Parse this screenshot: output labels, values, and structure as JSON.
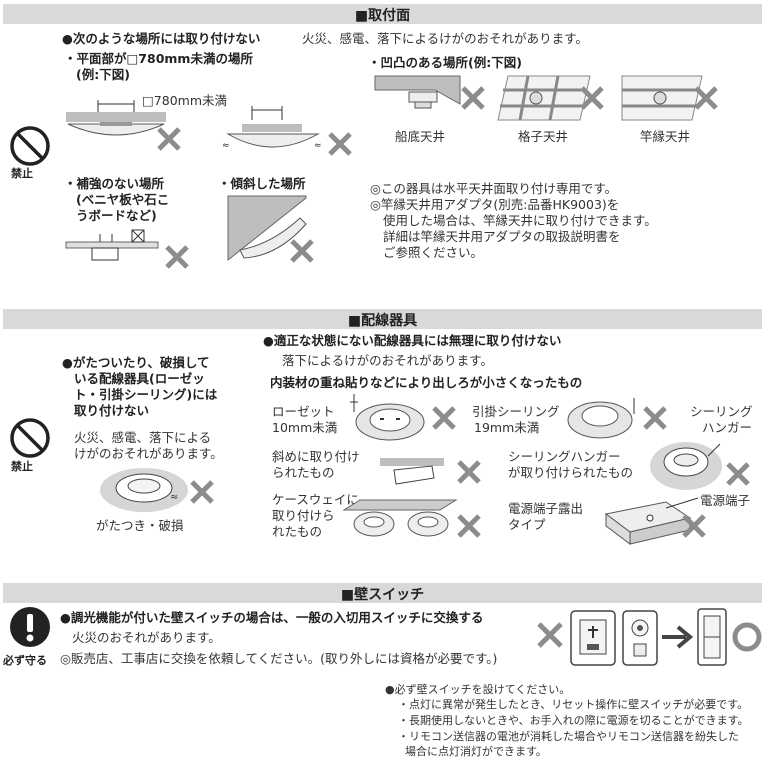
{
  "sec1": {
    "heading": "■取付面",
    "lead_bold": "●次のような場所には取り付けない",
    "lead_normal": "火災、感電、落下によるけがのおそれがあります。",
    "case_flat_1": "・平面部が□780mm未満の場所",
    "case_flat_2": "(例:下図)",
    "dim_label": "□780mm未満",
    "case_uneven": "・凹凸のある場所(例:下図)",
    "ceil_funazoko": "船底天井",
    "ceil_koushi": "格子天井",
    "ceil_saobuchi": "竿縁天井",
    "case_noreinforce_1": "・補強のない場所",
    "case_noreinforce_2": "(ベニヤ板や石こ",
    "case_noreinforce_3": "うボードなど)",
    "case_slope": "・傾斜した場所",
    "note_1": "◎この器具は水平天井面取り付け専用です。",
    "note_2": "◎竿縁天井用アダプタ(別売:品番HK9003)を",
    "note_3": "使用した場合は、竿縁天井に取り付けできます。",
    "note_4": "詳細は竿縁天井用アダプタの取扱説明書を",
    "note_5": "ご参照ください。",
    "prohibit_label": "禁止"
  },
  "sec2": {
    "heading": "■配線器具",
    "left_bold_1": "●がたついたり、破損して",
    "left_bold_2": "いる配線器具(ローゼッ",
    "left_bold_3": "ト・引掛シーリング)には",
    "left_bold_4": "取り付けない",
    "left_normal_1": "火災、感電、落下による",
    "left_normal_2": "けがのおそれがあります。",
    "left_caption": "がたつき・破損",
    "right_bold": "●適正な状態にない配線器具には無理に取り付けない",
    "right_normal": "落下によるけがのおそれがあります。",
    "sub_heading": "内装材の重ね貼りなどにより出しろが小さくなったもの",
    "rosette_1": "ローゼット",
    "rosette_2": "10mm未満",
    "hikkake_1": "引掛シーリング",
    "hikkake_2": "19mm未満",
    "hanger_1": "シーリング",
    "hanger_2": "ハンガー",
    "tilted_1": "斜めに取り付け",
    "tilted_2": "られたもの",
    "hanger_case_1": "シーリングハンガー",
    "hanger_case_2": "が取り付けられたもの",
    "caseway_1": "ケースウェイに",
    "caseway_2": "取り付けら",
    "caseway_3": "れたもの",
    "terminal_1": "電源端子露出",
    "terminal_2": "タイプ",
    "terminal_label": "電源端子",
    "prohibit_label": "禁止"
  },
  "sec3": {
    "heading": "■壁スイッチ",
    "lead_bold": "●調光機能が付いた壁スイッチの場合は、一般の入切用スイッチに交換する",
    "lead_normal": "火災のおそれがあります。",
    "note": "◎販売店、工事店に交換を依頼してください。(取り外しには資格が必要です。)",
    "must_label": "必ず守る",
    "foot_1": "●必ず壁スイッチを設けてください。",
    "foot_2": "・点灯に異常が発生したとき、リセット操作に壁スイッチが必要です。",
    "foot_3": "・長期使用しないときや、お手入れの際に電源を切ることができます。",
    "foot_4": "・リモコン送信器の電池が消耗した場合やリモコン送信器を紛失した",
    "foot_5": "場合に点灯消灯ができます。"
  }
}
